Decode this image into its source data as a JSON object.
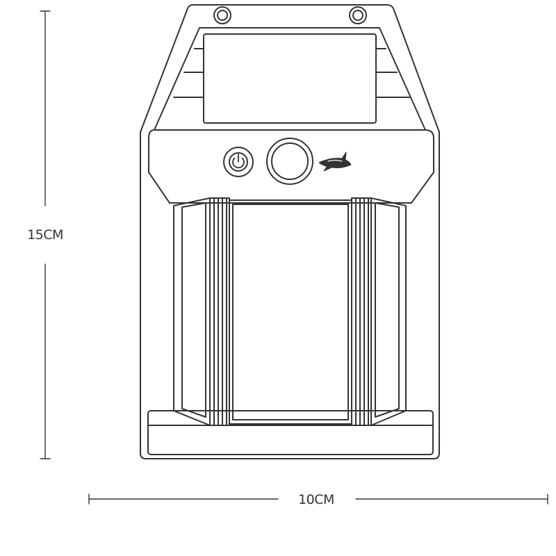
{
  "dimensions": {
    "height_label": "15CM",
    "width_label": "10CM"
  },
  "colors": {
    "line": "#333333",
    "background": "#ffffff"
  },
  "icons": {
    "power_button": "power-icon",
    "sensor": "pir-sensor-lens",
    "logo": "shark-logo-icon"
  }
}
